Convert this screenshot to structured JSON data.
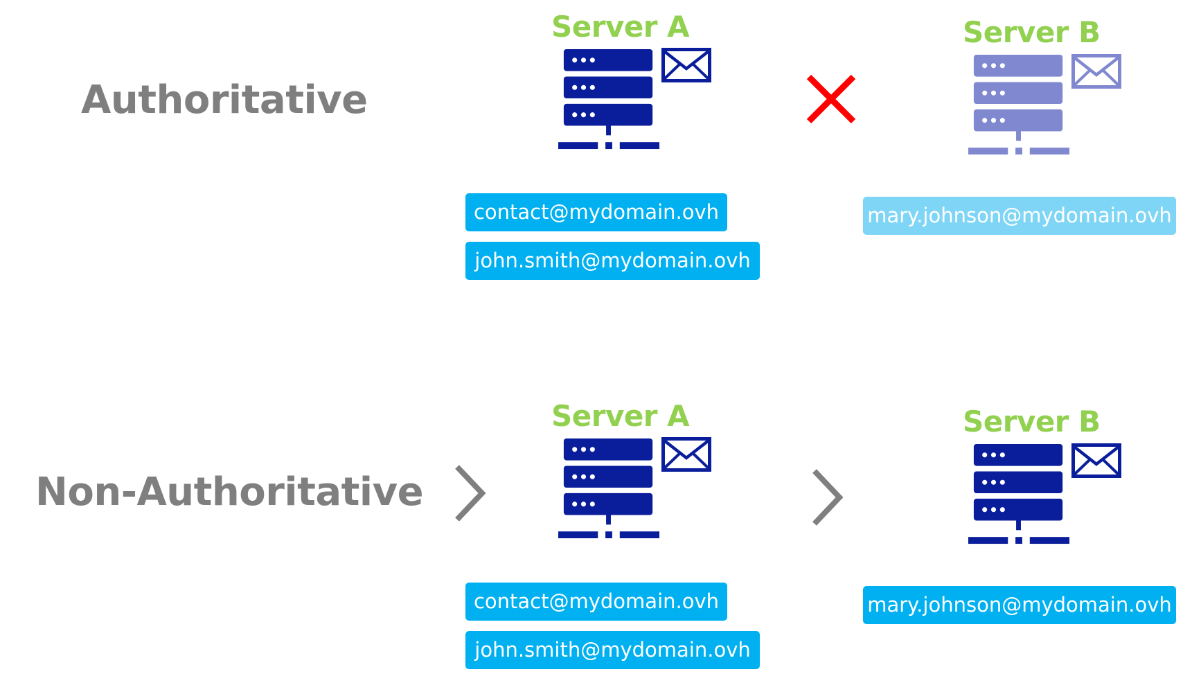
{
  "rows": {
    "authoritative": {
      "label": "Authoritative",
      "server_a": {
        "title": "Server A",
        "emails": [
          "contact@mydomain.ovh",
          "john.smith@mydomain.ovh"
        ]
      },
      "server_b": {
        "title": "Server B",
        "emails": [
          "mary.johnson@mydomain.ovh"
        ],
        "state": "unreachable"
      },
      "connector": "x-mark-icon"
    },
    "non_authoritative": {
      "label": "Non-Authoritative",
      "server_a": {
        "title": "Server A",
        "emails": [
          "contact@mydomain.ovh",
          "john.smith@mydomain.ovh"
        ]
      },
      "server_b": {
        "title": "Server B",
        "emails": [
          "mary.johnson@mydomain.ovh"
        ],
        "state": "active"
      },
      "connectors": [
        "chevron-right-icon",
        "chevron-right-icon"
      ]
    }
  },
  "colors": {
    "label_gray": "#7f7f7f",
    "server_title_green": "#92d050",
    "server_active": "#0a1e9b",
    "server_faded": "#8088cf",
    "email_badge": "#00b0f0",
    "email_badge_faded": "#7fd5f6",
    "x_mark_red": "#ff0000",
    "chevron_gray": "#7f7f7f"
  }
}
